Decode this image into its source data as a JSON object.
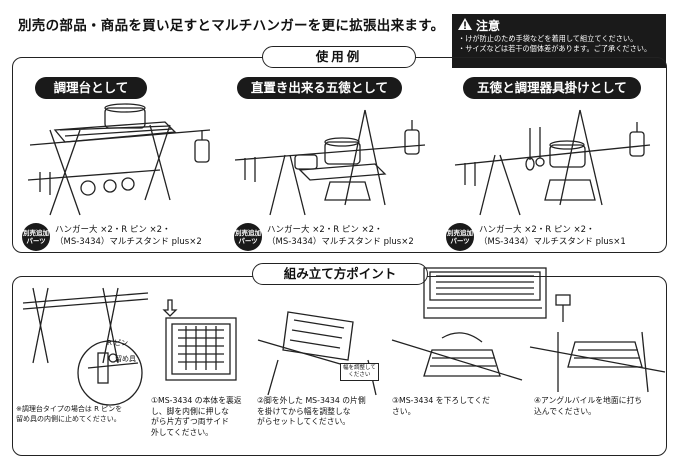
{
  "headline": "別売の部品・商品を買い足すとマルチハンガーを更に拡張出来ます。",
  "caution": {
    "title": "注意",
    "lines": [
      "・けが防止のため手袋などを着用して組立てください。",
      "・サイズなどは若干の個体差があります。ご了承ください。"
    ]
  },
  "usage_title": "使用例",
  "badge_text": [
    "別売追加",
    "パーツ"
  ],
  "usage_sections": [
    {
      "title": "調理台として",
      "parts": [
        "ハンガー大 ×2・R ピン ×2・",
        "（MS-3434）マルチスタンド plus×2"
      ]
    },
    {
      "title": "直置き出来る五徳として",
      "parts": [
        "ハンガー大 ×2・R ピン ×2・",
        "（MS-3434）マルチスタンド plus×2"
      ]
    },
    {
      "title": "五徳と調理器具掛けとして",
      "parts": [
        "ハンガー大 ×2・R ピン ×2・",
        "（MS-3434）マルチスタンド plus×1"
      ]
    }
  ],
  "assembly": {
    "title": "組み立て方ポイント",
    "callout_labels": [
      "R ピン",
      "留め具"
    ],
    "width_label": [
      "幅を調整して",
      "ください"
    ],
    "note": [
      "※調理台タイプの場合は R ピンを",
      "留め具の内側に止めてください。"
    ],
    "steps": [
      [
        "①MS-3434 の本体を裏返",
        "し、脚を内側に押しな",
        "がら片方ずつ両サイド",
        "外してください。"
      ],
      [
        "②脚を外した MS-3434 の片側",
        "を掛けてから幅を調整しな",
        "がらセットしてください。"
      ],
      [
        "③MS-3434 を下ろしてくだ",
        "さい。"
      ],
      [
        "④アングルバイルを地面に打ち",
        "込んでください。"
      ]
    ]
  }
}
